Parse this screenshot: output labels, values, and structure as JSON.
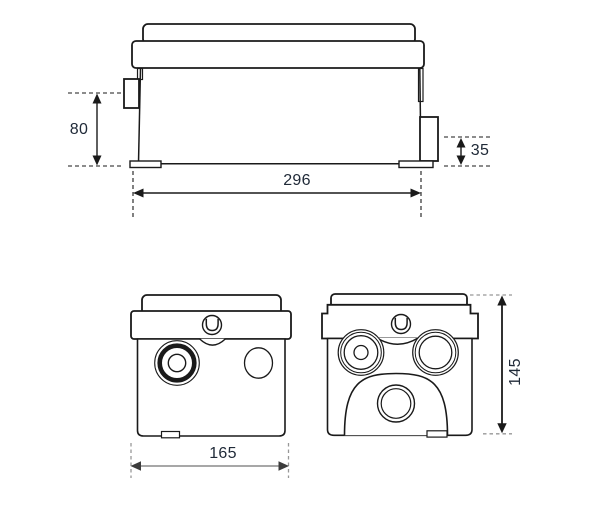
{
  "drawing": {
    "dimensions": {
      "inlet_height": "80",
      "outlet_height": "35",
      "length": "296",
      "width": "165",
      "height": "145"
    },
    "colors": {
      "line": "#1a1a1a",
      "dimension_gray": "#8a8a8a",
      "label_text": "#202a38",
      "background": "#ffffff"
    }
  }
}
